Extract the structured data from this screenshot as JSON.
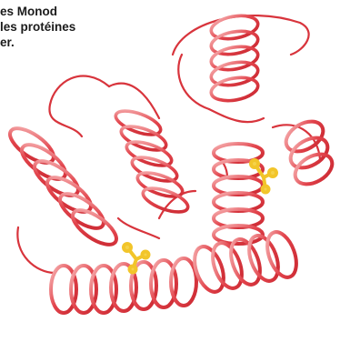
{
  "caption": {
    "line1": "es Monod",
    "line2": "les protéines",
    "line3": "er."
  },
  "figure": {
    "subject": "protein-ribbon-structure",
    "helix_color": "#e0474f",
    "helix_highlight": "#f7b3b3",
    "ligand_color": "#f2c52a"
  }
}
